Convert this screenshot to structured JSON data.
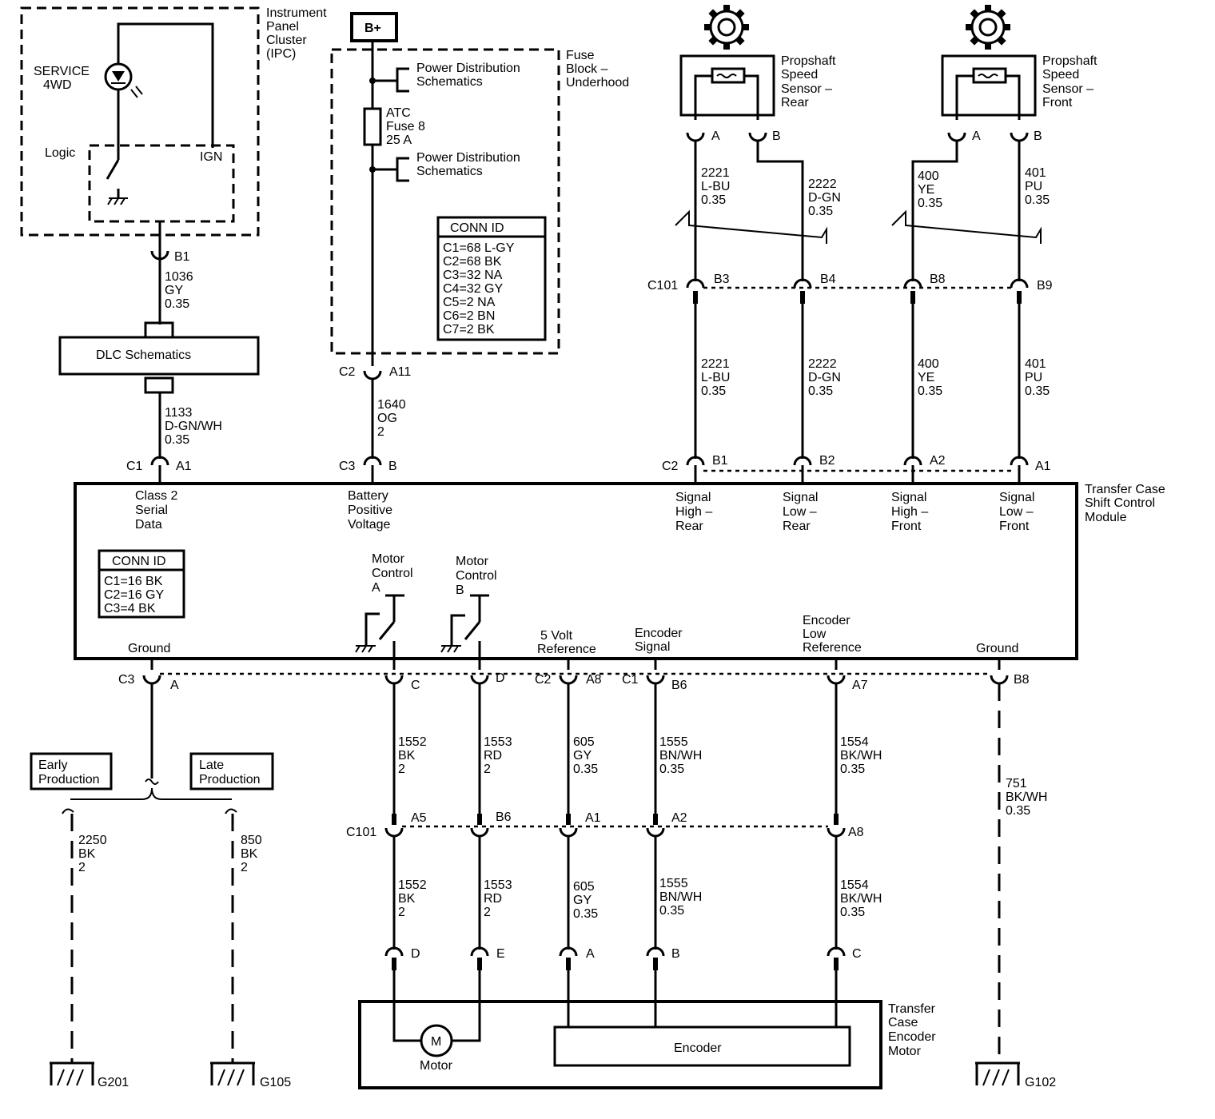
{
  "ipc": {
    "title": [
      "Instrument",
      "Panel",
      "Cluster",
      "(IPC)"
    ],
    "lamp": [
      "SERVICE",
      "4WD"
    ],
    "logic": "Logic",
    "ign": "IGN",
    "pin": "B1"
  },
  "dlc": {
    "label": "DLC Schematics",
    "wire_in": [
      "1036",
      "GY",
      "0.35"
    ],
    "wire_out": [
      "1133",
      "D-GN/WH",
      "0.35"
    ]
  },
  "fuse_block": {
    "b_plus": "B+",
    "title": [
      "Fuse",
      "Block –",
      "Underhood"
    ],
    "power_dist": [
      "Power Distribution",
      "Schematics"
    ],
    "fuse": [
      "ATC",
      "Fuse 8",
      "25 A"
    ],
    "conn_id_title": "CONN ID",
    "conn_id": [
      "C1=68 L-GY",
      "C2=68 BK",
      "C3=32 NA",
      "C4=32 GY",
      "C5=2 NA",
      "C6=2 BN",
      "C7=2 BK"
    ],
    "out_conn": "C2",
    "out_pin": "A11",
    "wire": [
      "1640",
      "OG",
      "2"
    ]
  },
  "sensors": {
    "rear": {
      "title": [
        "Propshaft",
        "Speed",
        "Sensor –",
        "Rear"
      ],
      "pins": [
        "A",
        "B"
      ],
      "wire_a": [
        "2221",
        "L-BU",
        "0.35"
      ],
      "wire_b": [
        "2222",
        "D-GN",
        "0.35"
      ]
    },
    "front": {
      "title": [
        "Propshaft",
        "Speed",
        "Sensor –",
        "Front"
      ],
      "pins": [
        "A",
        "B"
      ],
      "wire_a": [
        "400",
        "YE",
        "0.35"
      ],
      "wire_b": [
        "401",
        "PU",
        "0.35"
      ]
    }
  },
  "c101_upper": {
    "conn": "C101",
    "pins": [
      "B3",
      "B4",
      "B8",
      "B9"
    ]
  },
  "module": {
    "title": [
      "Transfer Case",
      "Shift Control",
      "Module"
    ],
    "top_conn": {
      "c1": "C1",
      "c1_pin": "A1",
      "c3": "C3",
      "c3_pin": "B",
      "c2": "C2",
      "c2_pins": [
        "B1",
        "B2",
        "A2",
        "A1"
      ]
    },
    "labels": {
      "class2": [
        "Class 2",
        "Serial",
        "Data"
      ],
      "battery": [
        "Battery",
        "Positive",
        "Voltage"
      ],
      "shr": [
        "Signal",
        "High –",
        "Rear"
      ],
      "slr": [
        "Signal",
        "Low –",
        "Rear"
      ],
      "shf": [
        "Signal",
        "High –",
        "Front"
      ],
      "slf": [
        "Signal",
        "Low –",
        "Front"
      ],
      "motor_a": [
        "Motor",
        "Control",
        "A"
      ],
      "motor_b": [
        "Motor",
        "Control",
        "B"
      ],
      "ground_left": "Ground",
      "ref5v": [
        "5 Volt",
        "Reference"
      ],
      "enc_sig": [
        "Encoder",
        "Signal"
      ],
      "enc_low": [
        "Encoder",
        "Low",
        "Reference"
      ],
      "ground_right": "Ground"
    },
    "conn_id_title": "CONN ID",
    "conn_id": [
      "C1=16 BK",
      "C2=16 GY",
      "C3=4 BK"
    ],
    "bottom_conn": {
      "c3": "C3",
      "c3_pins": [
        "A",
        "C",
        "D"
      ],
      "c2": "C2",
      "c2_pin": "A8",
      "c1": "C1",
      "c1_pins": [
        "B6",
        "A7",
        "B8"
      ]
    }
  },
  "ground_wires": {
    "early": [
      "Early",
      "Production"
    ],
    "late": [
      "Late",
      "Production"
    ],
    "early_wire": [
      "2250",
      "BK",
      "2"
    ],
    "late_wire": [
      "850",
      "BK",
      "2"
    ],
    "g201": "G201",
    "g105": "G105",
    "g102": "G102",
    "right_wire": [
      "751",
      "BK/WH",
      "0.35"
    ]
  },
  "lower_wires": {
    "w1552": [
      "1552",
      "BK",
      "2"
    ],
    "w1553": [
      "1553",
      "RD",
      "2"
    ],
    "w605": [
      "605",
      "GY",
      "0.35"
    ],
    "w1555": [
      "1555",
      "BN/WH",
      "0.35"
    ],
    "w1554": [
      "1554",
      "BK/WH",
      "0.35"
    ]
  },
  "c101_lower": {
    "conn": "C101",
    "pins": [
      "A5",
      "B6",
      "A1",
      "A2",
      "A8"
    ]
  },
  "motor_unit": {
    "pins": [
      "D",
      "E",
      "A",
      "B",
      "C"
    ],
    "motor": "M",
    "motor_label": "Motor",
    "encoder": "Encoder",
    "title": [
      "Transfer",
      "Case",
      "Encoder",
      "Motor"
    ]
  }
}
